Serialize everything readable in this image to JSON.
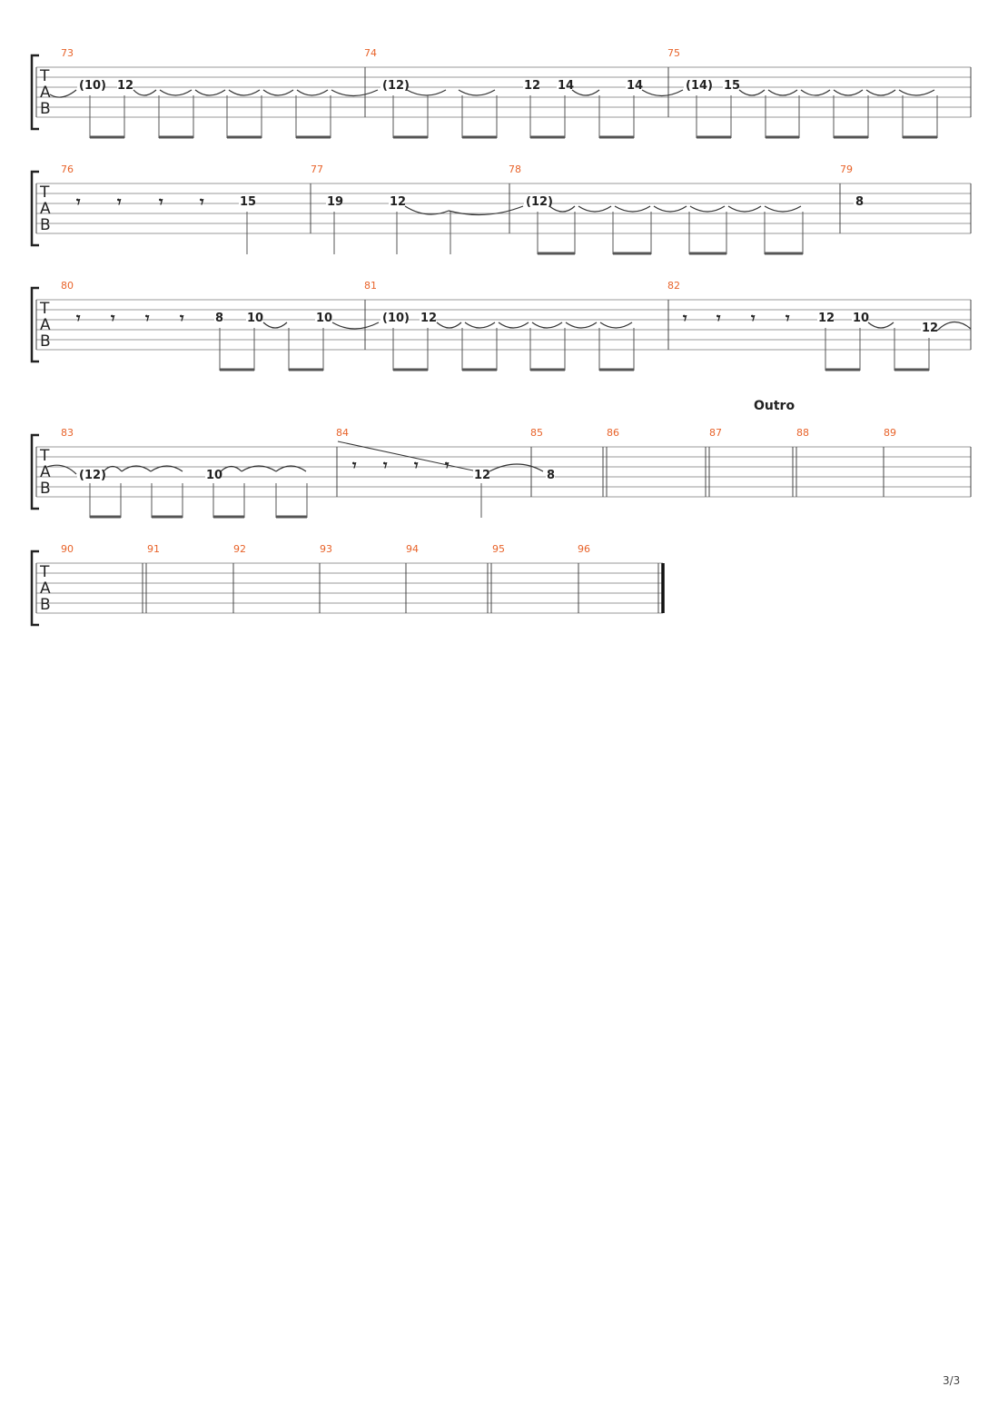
{
  "page_number": "3/3",
  "tab_letters": [
    "T",
    "A",
    "B"
  ],
  "systems": [
    {
      "measures": [
        {
          "number": "73",
          "notes": [
            "(10)",
            "12"
          ]
        },
        {
          "number": "74",
          "notes": [
            "(12)",
            "12",
            "14",
            "14"
          ]
        },
        {
          "number": "75",
          "notes": [
            "(14)",
            "15"
          ]
        }
      ]
    },
    {
      "measures": [
        {
          "number": "76",
          "notes": [
            "15"
          ]
        },
        {
          "number": "77",
          "notes": [
            "19",
            "12"
          ]
        },
        {
          "number": "78",
          "notes": [
            "(12)"
          ]
        },
        {
          "number": "79",
          "notes": [
            "8"
          ]
        }
      ]
    },
    {
      "measures": [
        {
          "number": "80",
          "notes": [
            "8",
            "10",
            "10"
          ]
        },
        {
          "number": "81",
          "notes": [
            "(10)",
            "12"
          ]
        },
        {
          "number": "82",
          "notes": [
            "12",
            "10",
            "12"
          ]
        }
      ]
    },
    {
      "section_label": "Outro",
      "measures": [
        {
          "number": "83",
          "notes": [
            "(12)",
            "10"
          ]
        },
        {
          "number": "84",
          "notes": [
            "12"
          ]
        },
        {
          "number": "85",
          "notes": [
            "8"
          ]
        },
        {
          "number": "86",
          "notes": []
        },
        {
          "number": "87",
          "notes": []
        },
        {
          "number": "88",
          "notes": []
        },
        {
          "number": "89",
          "notes": []
        }
      ]
    },
    {
      "measures": [
        {
          "number": "90",
          "notes": []
        },
        {
          "number": "91",
          "notes": []
        },
        {
          "number": "92",
          "notes": []
        },
        {
          "number": "93",
          "notes": []
        },
        {
          "number": "94",
          "notes": []
        },
        {
          "number": "95",
          "notes": []
        },
        {
          "number": "96",
          "notes": []
        }
      ]
    }
  ]
}
